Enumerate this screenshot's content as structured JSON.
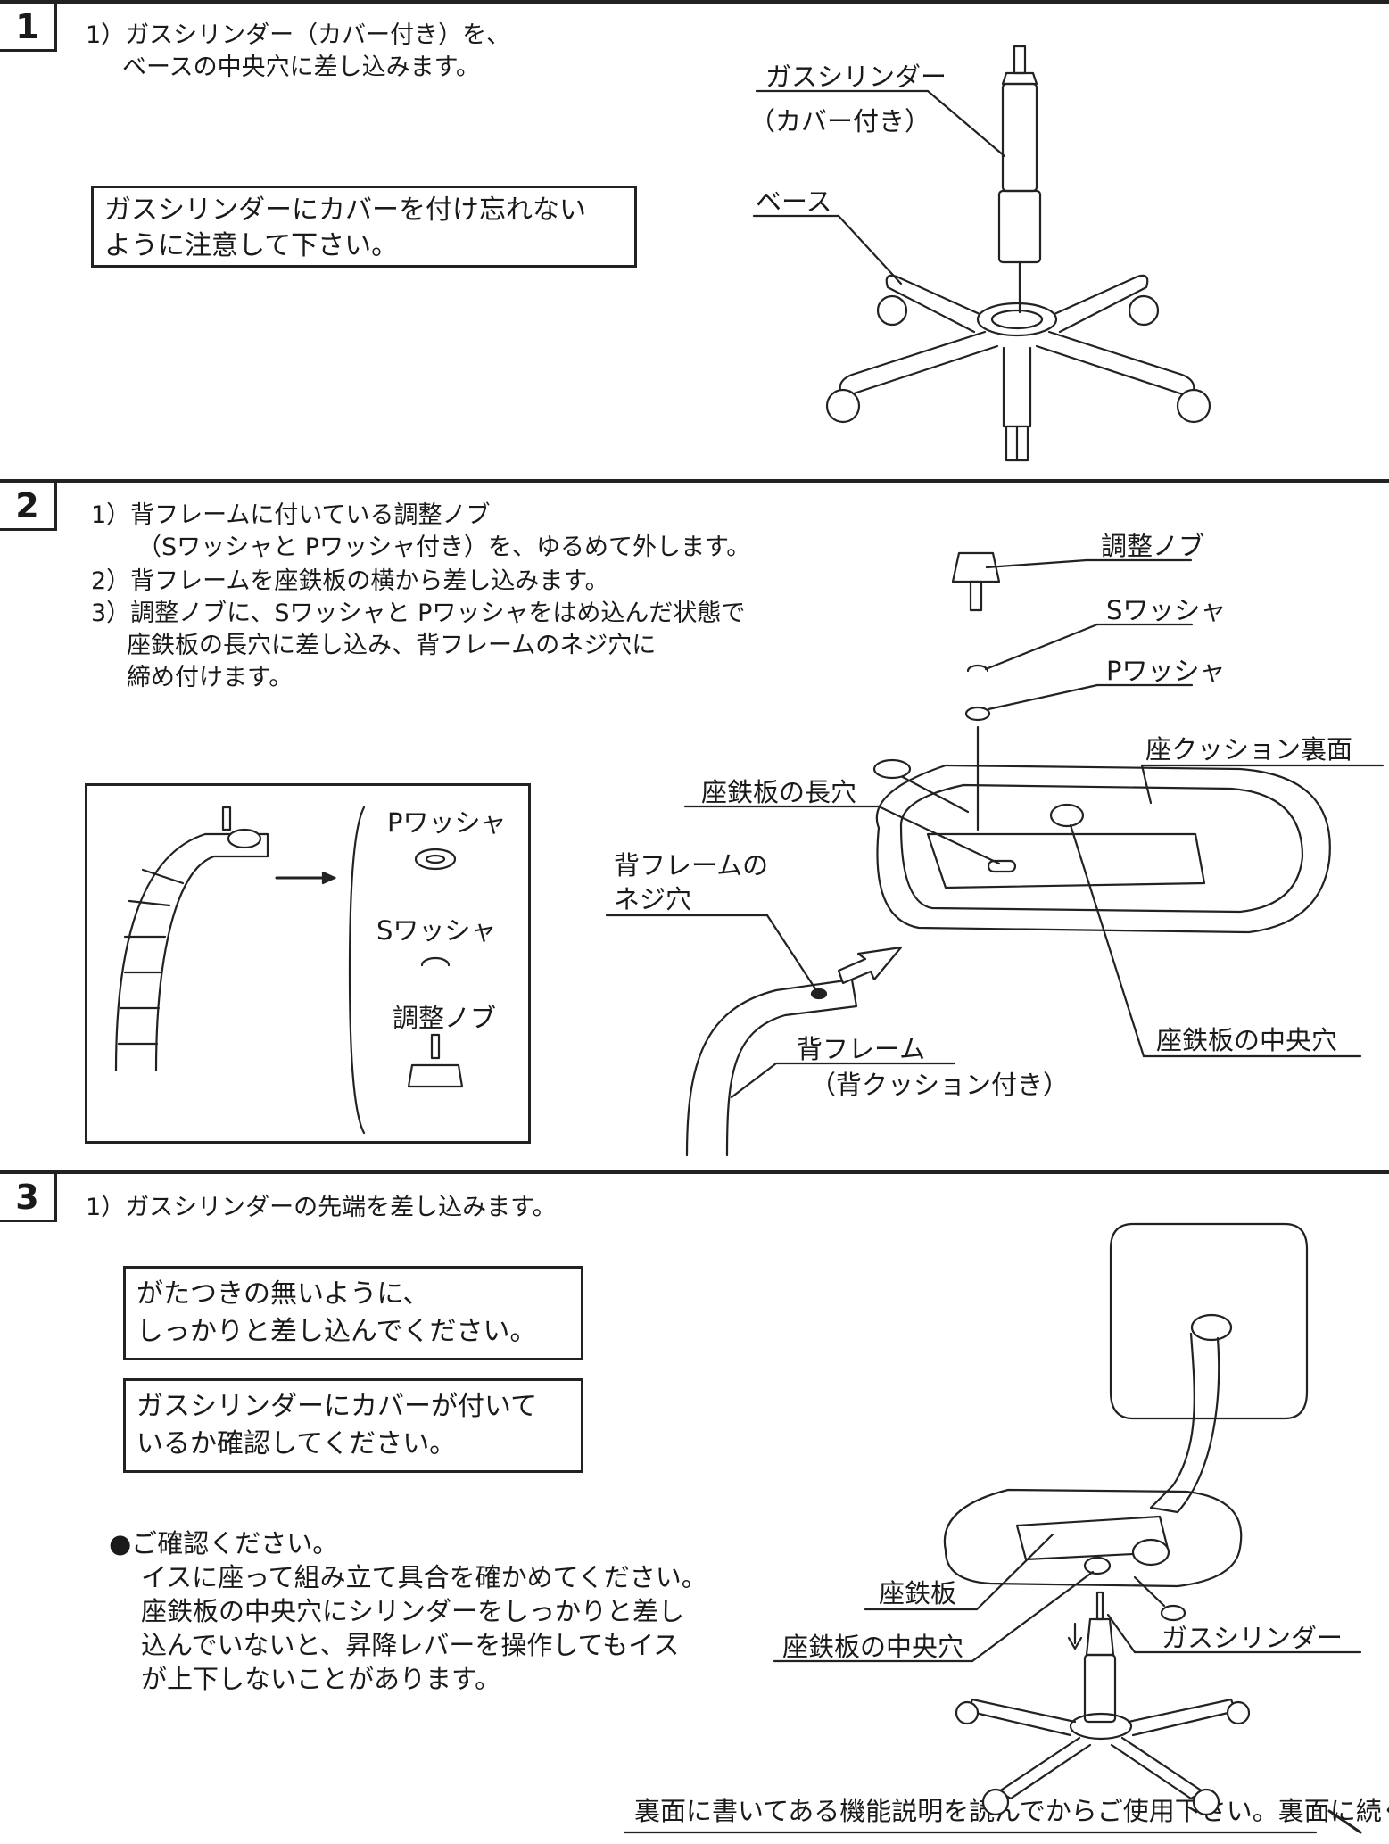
{
  "step1": {
    "number": "1",
    "instructions": [
      "1）ガスシリンダー（カバー付き）を、",
      "ベースの中央穴に差し込みます。"
    ],
    "note": [
      "ガスシリンダーにカバーを付け忘れない",
      "ように注意して下さい。"
    ],
    "labels": {
      "gas_cylinder": "ガスシリンダー",
      "with_cover": "（カバー付き）",
      "base": "ベース"
    }
  },
  "step2": {
    "number": "2",
    "instructions": [
      "1）背フレームに付いている調整ノブ",
      "（Sワッシャと Pワッシャ付き）を、ゆるめて外します。",
      "2）背フレームを座鉄板の横から差し込みます。",
      "3）調整ノブに、Sワッシャと Pワッシャをはめ込んだ状態で",
      "座鉄板の長穴に差し込み、背フレームのネジ穴に",
      "締め付けます。"
    ],
    "inset_labels": {
      "p_washer": "Pワッシャ",
      "s_washer": "Sワッシャ",
      "knob": "調整ノブ"
    },
    "labels": {
      "knob": "調整ノブ",
      "s_washer": "Sワッシャ",
      "p_washer": "Pワッシャ",
      "seat_underside": "座クッション裏面",
      "slot": "座鉄板の長穴",
      "screw_hole_1": "背フレームの",
      "screw_hole_2": "ネジ穴",
      "center_hole": "座鉄板の中央穴",
      "back_frame": "背フレーム",
      "with_back_cushion": "（背クッション付き）"
    }
  },
  "step3": {
    "number": "3",
    "instructions": [
      "1）ガスシリンダーの先端を差し込みます。"
    ],
    "note1": [
      "がたつきの無いように、",
      "しっかりと差し込んでください。"
    ],
    "note2": [
      "ガスシリンダーにカバーが付いて",
      "いるか確認してください。"
    ],
    "check": [
      "●ご確認ください。",
      "イスに座って組み立て具合を確かめてください。",
      "座鉄板の中央穴にシリンダーをしっかりと差し",
      "込んでいないと、昇降レバーを操作してもイス",
      "が上下しないことがあります。"
    ],
    "labels": {
      "seat_plate": "座鉄板",
      "center_hole": "座鉄板の中央穴",
      "gas_cylinder": "ガスシリンダー"
    }
  },
  "footer": "裏面に書いてある機能説明を読んでからご使用下さい。裏面に続く"
}
